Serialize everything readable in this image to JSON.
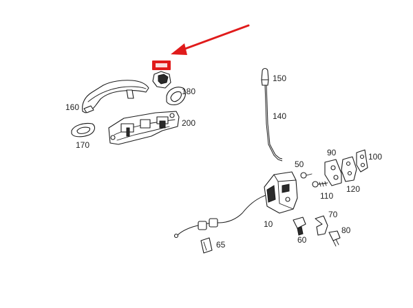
{
  "colors": {
    "highlight": "#e01b1b",
    "line": "#1a1a1a",
    "background": "#ffffff"
  },
  "parts": {
    "p10": "10",
    "p50": "50",
    "p60": "60",
    "p65": "65",
    "p70": "70",
    "p80": "80",
    "p90": "90",
    "p100": "100",
    "p110": "110",
    "p120": "120",
    "p140": "140",
    "p150": "150",
    "p160": "160",
    "p170": "170",
    "p180": "180",
    "p200": "200"
  },
  "highlight_tag_icon": "part-callout-tag-icon",
  "pointer_icon": "red-arrow-icon"
}
